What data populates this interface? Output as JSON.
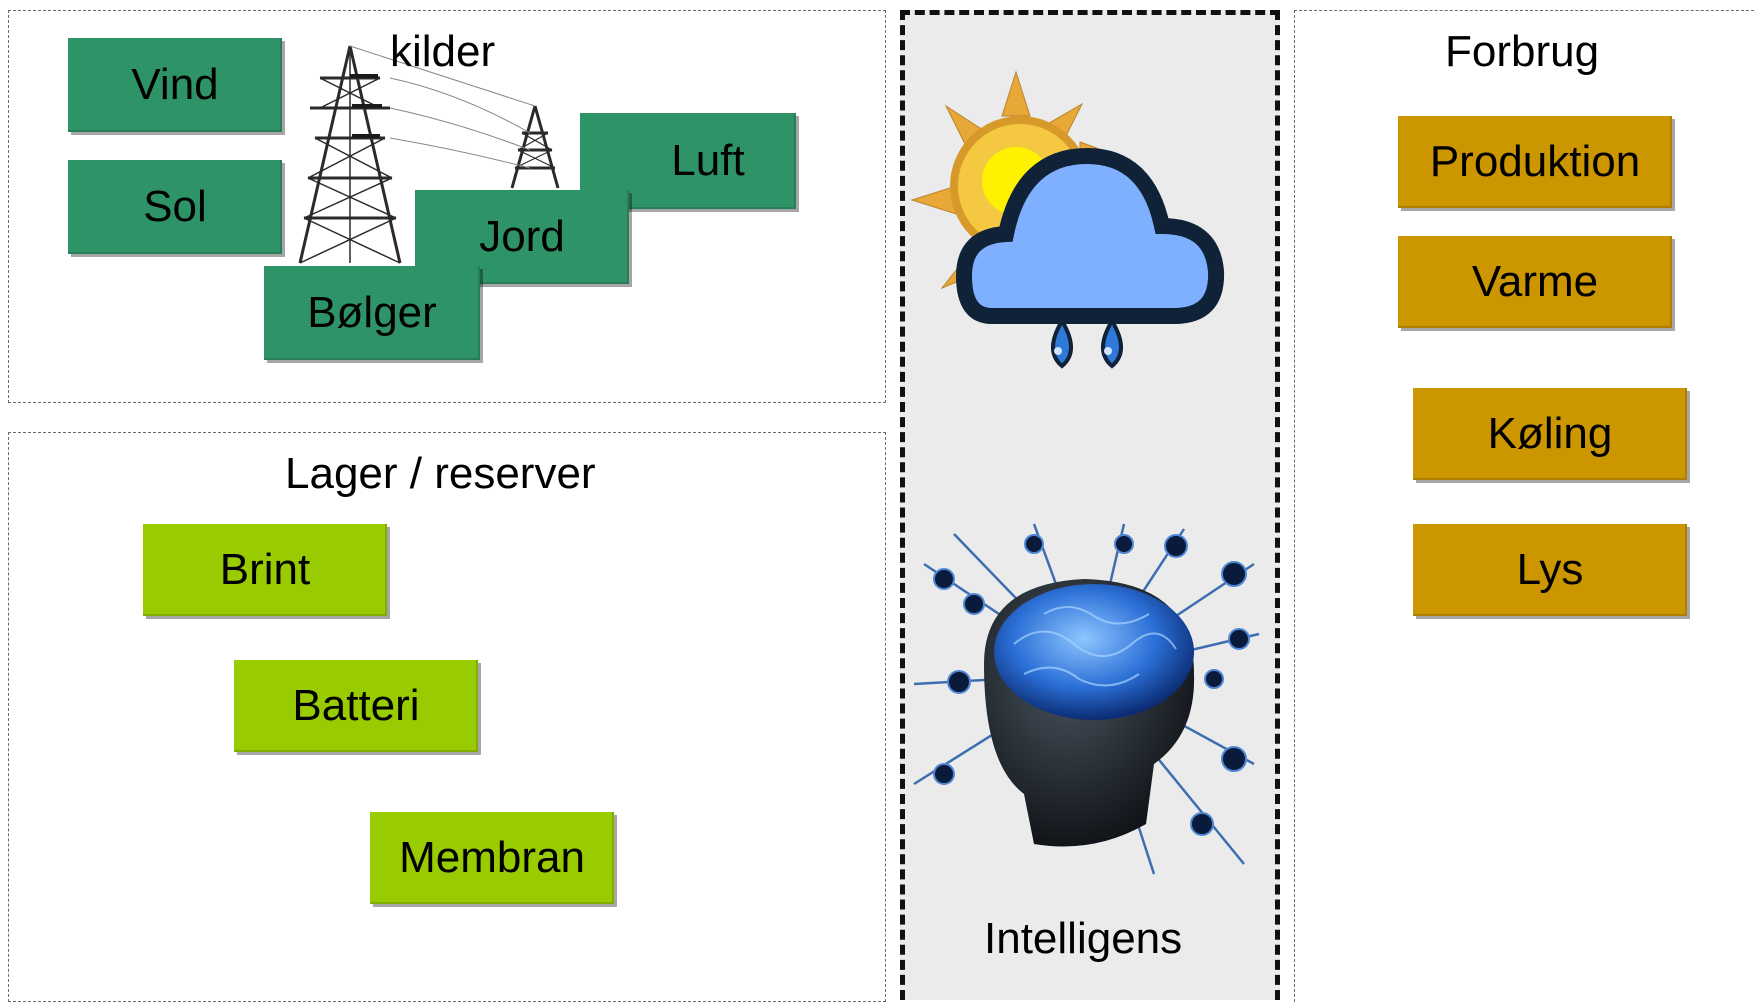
{
  "sources": {
    "title": "kilder",
    "items": [
      "Vind",
      "Sol",
      "Luft",
      "Jord",
      "Bølger"
    ]
  },
  "storage": {
    "title": "Lager / reserver",
    "items": [
      "Brint",
      "Batteri",
      "Membran"
    ]
  },
  "intelligence": {
    "title": "Intelligens"
  },
  "consumption": {
    "title": "Forbrug",
    "items": [
      "Produktion",
      "Varme",
      "Køling",
      "Lys"
    ]
  },
  "colors": {
    "source_box": "#2e9467",
    "storage_box": "#99cc00",
    "consumption_box": "#cc9600",
    "center_panel": "#ebebeb"
  },
  "icons": [
    "power-pylon-icon",
    "weather-sun-cloud-rain-icon",
    "brain-network-icon"
  ]
}
